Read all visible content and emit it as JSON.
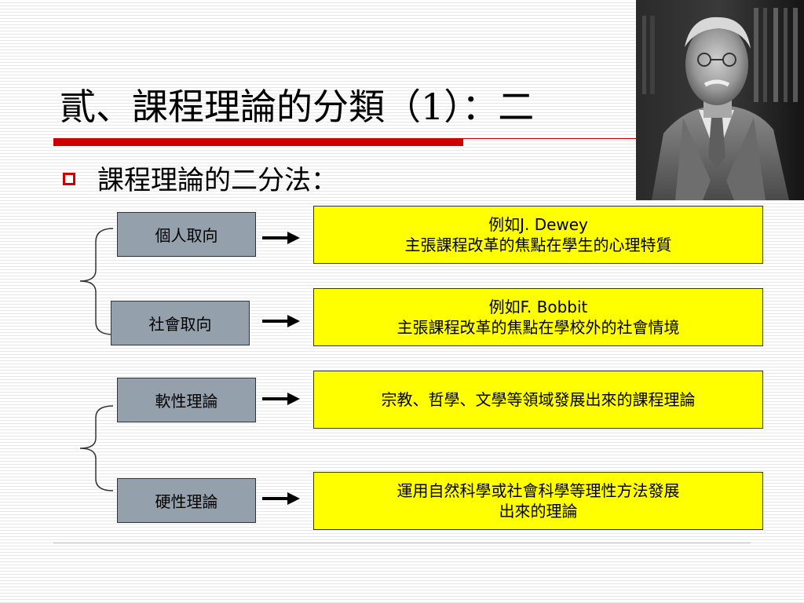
{
  "slide": {
    "title": "貳、課程理論的分類（1）：二",
    "bullet": "課程理論的二分法：",
    "groups": [
      {
        "items": [
          {
            "category": "個人取向",
            "desc_prefix": "例如",
            "desc_name": "J. Dewey",
            "desc_line2": "主張課程改革的焦點在學生的心理特質"
          },
          {
            "category": "社會取向",
            "desc_prefix": "例如",
            "desc_name": "F. Bobbit",
            "desc_line2": "主張課程改革的焦點在學校外的社會情境"
          }
        ]
      },
      {
        "items": [
          {
            "category": "軟性理論",
            "desc_line1": "宗教、哲學、文學等領域發展出來的課程理論"
          },
          {
            "category": "硬性理論",
            "desc_line1": "運用自然科學或社會科學等理性方法發展",
            "desc_line2": "出來的理論"
          }
        ]
      }
    ]
  },
  "colors": {
    "accent_red": "#cc0000",
    "category_fill": "#95a0ad",
    "desc_fill": "#ffff00"
  },
  "icons": {
    "bullet": "hollow-square-bullet",
    "arrow": "right-arrow",
    "group": "curly-brace"
  }
}
